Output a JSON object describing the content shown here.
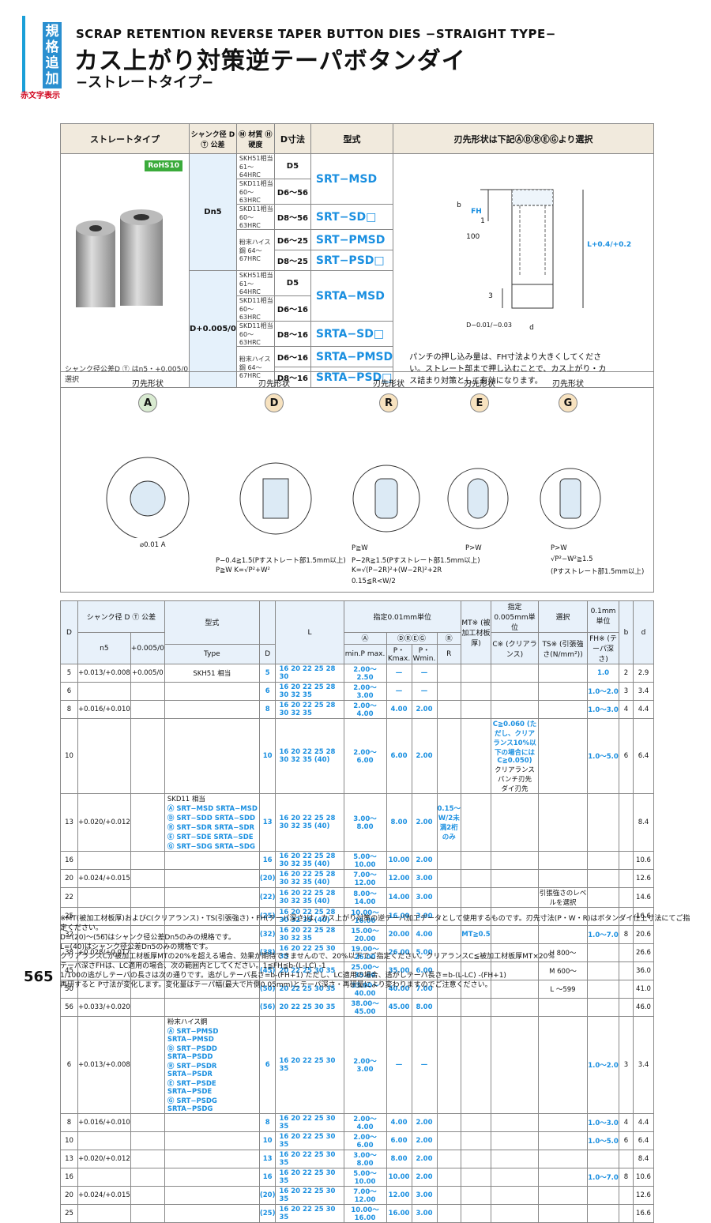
{
  "header": {
    "tag": [
      "規",
      "格",
      "追",
      "加"
    ],
    "red_link": "赤文字表示",
    "subtitle_en": "SCRAP RETENTION REVERSE TAPER BUTTON DIES −STRAIGHT TYPE−",
    "title": "カス上がり対策逆テーパボタンダイ",
    "subtitle": "−ストレートタイプ−"
  },
  "top_table": {
    "headers": [
      "ストレートタイプ",
      "シャンク径 D Ⓣ 公差",
      "Ⓜ 材質 Ⓗ 硬度",
      "D寸法",
      "型式",
      "刃先形状は下記ⒶⒹⓇⒺⒼより選択"
    ],
    "rohs": "RoHS10",
    "shank_note": "シャンク径公差D Ⓣ はn5・+0.005/0 選択",
    "tol_n5": "Dn5",
    "tol_p": "D+0.005/0",
    "rows": [
      {
        "mat": "SKH51相当 61〜64HRC",
        "d": "D5",
        "code": "SRT−MSD"
      },
      {
        "mat": "SKD11相当 60〜63HRC",
        "d": "D6〜56",
        "code": ""
      },
      {
        "mat": "SKD11相当 60〜63HRC",
        "d": "D8〜56",
        "code": "SRT−SD□"
      },
      {
        "mat": "粉末ハイス鋼 64〜67HRC",
        "d": "D6〜25",
        "code": "SRT−PMSD"
      },
      {
        "mat": "",
        "d": "D8〜25",
        "code": "SRT−PSD□"
      },
      {
        "mat": "SKH51相当 61〜64HRC",
        "d": "D5",
        "code": "SRTA−MSD"
      },
      {
        "mat": "SKD11相当 60〜63HRC",
        "d": "D6〜16",
        "code": ""
      },
      {
        "mat": "SKD11相当 60〜63HRC",
        "d": "D8〜16",
        "code": "SRTA−SD□"
      },
      {
        "mat": "粉末ハイス鋼 64〜67HRC",
        "d": "D6〜16",
        "code": "SRTA−PMSD"
      },
      {
        "mat": "",
        "d": "D8〜16",
        "code": "SRTA−PSD□"
      }
    ],
    "dims": {
      "b": "b",
      "fh": "FH",
      "one": "1",
      "hundred": "100",
      "l": "L+0.4/+0.2",
      "three": "3",
      "d": "d",
      "dtol": "D−0.01/−0.03"
    },
    "note": "パンチの押し込み量は、FH寸法より大きくしてください。ストレート部まで押し込むことで、カス上がり・カス詰まり対策として有効になります。"
  },
  "shapes": [
    {
      "label": "刃先形状",
      "letter": "A",
      "notes": [
        "⌀0.01 A"
      ]
    },
    {
      "label": "刃先形状",
      "letter": "D",
      "notes": [
        "P−0.4≧1.5(Pすストレート部1.5mm以上)",
        "P≧W  K=√P²+W²"
      ]
    },
    {
      "label": "刃先形状",
      "letter": "R",
      "notes": [
        "P≧W",
        "P−2R≧1.5(Pすストレート部1.5mm以上)",
        "K=√(P−2R)²+(W−2R)²+2R",
        "0.15≦R<W/2"
      ]
    },
    {
      "label": "刃先形状",
      "letter": "E",
      "notes": [
        "P>W"
      ]
    },
    {
      "label": "刃先形状",
      "letter": "G",
      "notes": [
        "P>W",
        "√P²−W²≧1.5",
        "(Pすストレート部1.5mm以上)"
      ]
    }
  ],
  "spec_table": {
    "head": {
      "d": "D",
      "shank": "シャンク径 D Ⓣ 公差",
      "n5": "n5",
      "p": "+0.005/0",
      "type": "型式",
      "type2": "Type",
      "dcol": "D",
      "l": "L",
      "unit": "指定0.01mm単位",
      "a": "Ⓐ",
      "dreg": "ⒹⓇⒺⒼ",
      "r": "Ⓡ",
      "minp": "min.P max.",
      "pk": "P・Kmax.",
      "pw": "P・Wmin.",
      "rr": "R",
      "mt": "MT※ (被加工材板厚)",
      "unit2": "指定0.005mm単位",
      "c": "C※ (クリアランス)",
      "sel": "選択",
      "ts": "TS※ (引張強さ(N/mm²))",
      "unit3": "0.1mm単位",
      "fh": "FH※ (テーパ深さ)",
      "b": "b",
      "dd": "d"
    },
    "rows": [
      [
        "5",
        "+0.013/+0.008",
        "SKH51 相当",
        "5",
        "16 20 22 25 28 30",
        "2.00〜 2.50",
        "—",
        "—",
        "1.0",
        "2",
        "2.9"
      ],
      [
        "6",
        "",
        "",
        "6",
        "16 20 22 25 28 30 32 35",
        "2.00〜 3.00",
        "—",
        "—",
        "1.0〜2.0",
        "3",
        "3.4"
      ],
      [
        "8",
        "+0.016/+0.010",
        "",
        "8",
        "16 20 22 25 28 30 32 35",
        "2.00〜 4.00",
        "4.00",
        "2.00",
        "1.0〜3.0",
        "4",
        "4.4"
      ],
      [
        "10",
        "",
        "",
        "10",
        "16 20 22 25 28 30 32 35 (40)",
        "2.00〜 6.00",
        "6.00",
        "2.00",
        "1.0〜5.0",
        "6",
        "6.4"
      ],
      [
        "13",
        "+0.020/+0.012",
        "SKD11 相当",
        "13",
        "16 20 22 25 28 30 32 35 (40)",
        "3.00〜 8.00",
        "8.00",
        "2.00",
        "",
        "",
        "8.4"
      ],
      [
        "16",
        "",
        "",
        "16",
        "16 20 22 25 28 30 32 35 (40)",
        "5.00〜10.00",
        "10.00",
        "2.00",
        "",
        "",
        "10.6"
      ],
      [
        "20",
        "+0.024/+0.015",
        "",
        "(20)",
        "16 20 22 25 28 30 32 35 (40)",
        "7.00〜12.00",
        "12.00",
        "3.00",
        "",
        "",
        "12.6"
      ],
      [
        "22",
        "",
        "",
        "(22)",
        "16 20 22 25 28 30 32 35 (40)",
        "8.00〜14.00",
        "14.00",
        "3.00",
        "",
        "",
        "14.6"
      ],
      [
        "25",
        "",
        "",
        "(25)",
        "16 20 22 25 28 30 32 35 (40)",
        "10.00〜16.00",
        "16.00",
        "3.00",
        "",
        "",
        "16.6"
      ],
      [
        "32",
        "—",
        "",
        "(32)",
        "16 20 22 25 28 30 32 35",
        "15.00〜20.00",
        "20.00",
        "4.00",
        "1.0〜7.0",
        "8",
        "20.6"
      ],
      [
        "38",
        "+0.028/+0.017",
        "",
        "(38)",
        "16 20 22 25 30 35",
        "19.00〜26.00",
        "26.00",
        "5.00",
        "",
        "",
        "26.6"
      ],
      [
        "45",
        "",
        "",
        "(45)",
        "20 22 25 30 35",
        "25.00〜35.00",
        "35.00",
        "6.00",
        "",
        "",
        "36.0"
      ],
      [
        "50",
        "",
        "",
        "(50)",
        "20 22 25 30 35",
        "33.00〜40.00",
        "40.00",
        "7.00",
        "",
        "",
        "41.0"
      ],
      [
        "56",
        "+0.033/+0.020",
        "",
        "(56)",
        "20 22 25 30 35",
        "38.00〜45.00",
        "45.00",
        "8.00",
        "",
        "",
        "46.0"
      ],
      [
        "6",
        "+0.013/+0.008",
        "粉末ハイス鋼",
        "6",
        "16 20 22 25 30 35",
        "2.00〜 3.00",
        "—",
        "—",
        "1.0〜2.0",
        "3",
        "3.4"
      ],
      [
        "8",
        "+0.016/+0.010",
        "",
        "8",
        "16 20 22 25 30 35",
        "2.00〜 4.00",
        "4.00",
        "2.00",
        "1.0〜3.0",
        "4",
        "4.4"
      ],
      [
        "10",
        "",
        "",
        "10",
        "16 20 22 25 30 35",
        "2.00〜 6.00",
        "6.00",
        "2.00",
        "1.0〜5.0",
        "6",
        "6.4"
      ],
      [
        "13",
        "+0.020/+0.012",
        "",
        "13",
        "16 20 22 25 30 35",
        "3.00〜 8.00",
        "8.00",
        "2.00",
        "",
        "",
        "8.4"
      ],
      [
        "16",
        "",
        "",
        "16",
        "16 20 22 25 30 35",
        "5.00〜10.00",
        "10.00",
        "2.00",
        "1.0〜7.0",
        "8",
        "10.6"
      ],
      [
        "20",
        "+0.024/+0.015",
        "",
        "(20)",
        "16 20 22 25 30 35",
        "7.00〜12.00",
        "12.00",
        "3.00",
        "",
        "",
        "12.6"
      ],
      [
        "25",
        "",
        "",
        "(25)",
        "16 20 22 25 30 35",
        "10.00〜16.00",
        "16.00",
        "3.00",
        "",
        "",
        "16.6"
      ]
    ],
    "types_skd": [
      "Ⓐ SRT−MSD SRTA−MSD",
      "Ⓓ SRT−SDD SRTA−SDD",
      "Ⓡ SRT−SDR SRTA−SDR",
      "Ⓔ SRT−SDE SRTA−SDE",
      "Ⓖ SRT−SDG SRTA−SDG"
    ],
    "types_pm": [
      "Ⓐ SRT−PMSD SRTA−PMSD",
      "Ⓓ SRT−PSDD SRTA−PSDD",
      "Ⓡ SRT−PSDR SRTA−PSDR",
      "Ⓔ SRT−PSDE SRTA−PSDE",
      "Ⓖ SRT−PSDG SRTA−PSDG"
    ],
    "r_col": "0.15〜W/2未満2桁のみ",
    "mt": "MT≧0.5",
    "c_text": "C≧0.060 (ただし、クリアランス10%以下の場合にはC≧0.050)",
    "clearance": "クリアランス",
    "punch": "パンチ刃先",
    "die": "ダイ刃先",
    "ts_head": "引張強さのレベルを選択",
    "ts_levels": [
      {
        "lv": "H",
        "v": "800〜"
      },
      {
        "lv": "M",
        "v": "600〜"
      },
      {
        "lv": "L",
        "v": "〜599"
      }
    ]
  },
  "footnotes": [
    "※MT(被加工材板厚)およびC(クリアランス)・TS(引張強さ)・FH(テーパ深さ)は、カス上がり対策の逆テーパ加工データとして使用するものです。刃先寸法(P・W・R)はボタンダイ仕上寸法にてご指定ください。",
    "D=(20)〜(56)はシャンク径公差Dn5のみの規格です。",
    "L=(40)はシャンク径公差Dn5のみの規格です。",
    "クリアランスCが被加工材板厚MTの20%を超える場合、効果が期待できませんので、20%以下でご指定ください。クリアランスC≦被加工材板厚MT×20%",
    "テーパ深さFHは、LC適用の場合、次の範囲内としてください。1≦FH≦b-(L-LC) -1",
    "1/100の逃がしテーパの長さは次の通りです。逃がしテーパ長さ=b-(FH+1) ただし、LC適用の場合、逃がしテーパ長さ=b-(L-LC) -(FH+1)",
    "再研すると P寸法が変化します。変化量はテーパ幅(最大で片側0.05mm)とテーパ深さ・再研量により変わりますのでご注意ください。"
  ],
  "page": "565"
}
